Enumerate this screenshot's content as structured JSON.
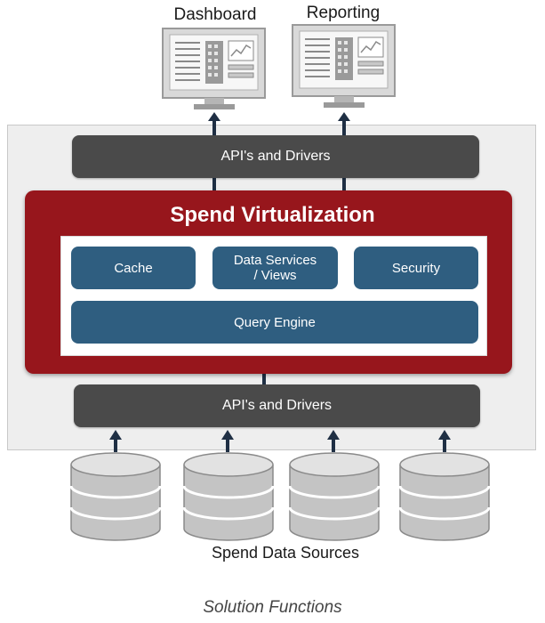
{
  "monitors": {
    "dashboard_label": "Dashboard",
    "reporting_label": "Reporting"
  },
  "top_drivers_label": "API's and Drivers",
  "virtualization": {
    "title": "Spend Virtualization",
    "cache_label": "Cache",
    "data_services_line1": "Data Services",
    "data_services_line2": "/ Views",
    "security_label": "Security",
    "query_engine_label": "Query Engine"
  },
  "bottom_drivers_label": "API's and Drivers",
  "sources_label": "Spend Data Sources",
  "caption": "Solution Functions",
  "colors": {
    "virtualization_red": "#97161c",
    "service_blue": "#2f5e80",
    "drivers_dark": "#4a4a4a",
    "arrow_navy": "#1f2f44"
  }
}
